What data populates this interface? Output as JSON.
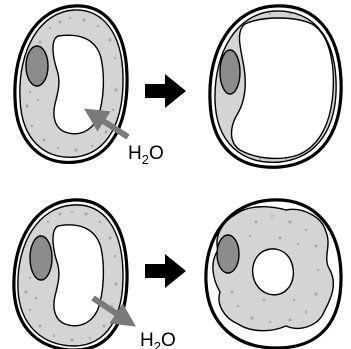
{
  "colors": {
    "cytoplasm": "#d4d4d4",
    "nucleus": "#8c8c8c",
    "water_arrow": "#7a7a7a",
    "transition_arrow": "#000000",
    "outline": "#000000"
  },
  "icons": {
    "transition": "right-arrow-icon",
    "water_in": "water-inflow-arrow-icon",
    "water_out": "water-outflow-arrow-icon"
  },
  "top_row": {
    "water_label": {
      "main": "H",
      "sub": "2",
      "tail": "O"
    }
  },
  "bottom_row": {
    "water_label": {
      "main": "H",
      "sub": "2",
      "tail": "O"
    }
  }
}
